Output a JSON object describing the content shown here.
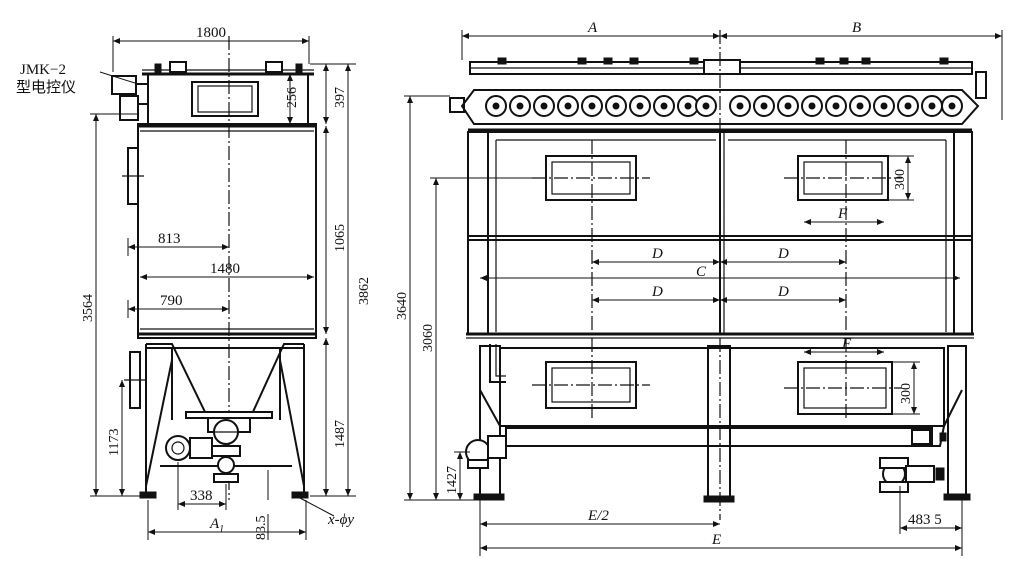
{
  "left_view": {
    "controller_label_line1": "JMK−2",
    "controller_label_line2": "型电控仪",
    "dims": {
      "width_top": "1800",
      "d256": "256",
      "d397": "397",
      "d1065": "1065",
      "d3862": "3862",
      "d3564": "3564",
      "d813": "813",
      "d1480": "1480",
      "d790": "790",
      "d1173": "1173",
      "d1487": "1487",
      "d338": "338",
      "d83_5": "83.5",
      "a1": "A",
      "a1_sub": "1",
      "holes": "x-ϕy"
    }
  },
  "right_view": {
    "dims": {
      "a": "A",
      "b": "B",
      "c": "C",
      "d1": "D",
      "d2": "D",
      "d3": "D",
      "d4": "D",
      "f_top": "F",
      "f_bottom": "F",
      "d300_top": "300",
      "d300_bottom": "300",
      "d3640": "3640",
      "d3060": "3060",
      "d1427": "1427",
      "e_half": "E/2",
      "e": "E",
      "d483_5": "483 5"
    }
  }
}
